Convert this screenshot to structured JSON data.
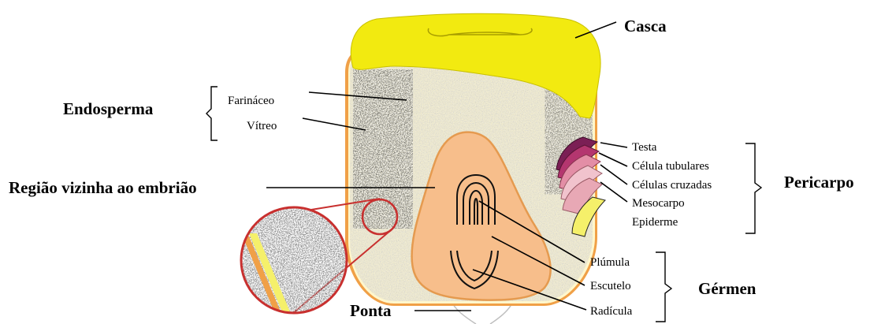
{
  "labels": {
    "casca": "Casca",
    "endosperma": "Endosperma",
    "farinaceo": "Farináceo",
    "vitreo": "Vítreo",
    "regiao_embriao": "Região vizinha ao embrião",
    "pericarpo": "Pericarpo",
    "testa": "Testa",
    "celula_tubulares": "Célula tubulares",
    "celulas_cruzadas": "Células cruzadas",
    "mesocarpo": "Mesocarpo",
    "epiderme": "Epiderme",
    "germen": "Gérmen",
    "plumula": "Plúmula",
    "escutelo": "Escutelo",
    "radicula": "Radícula",
    "ponta": "Ponta"
  },
  "colors": {
    "casca": "#f2ea10",
    "endosperm": "#a6a6a6",
    "vitreous": "#3a3a3a",
    "embryo": "#f7be8b",
    "embryo_outline": "#e59a4f",
    "pericarp_orange": "#f0a047",
    "testa": "#7b1f55",
    "tubular": "#b4366f",
    "cruzadas": "#e38ea6",
    "mesocarpo": "#f1c3cd",
    "epiderme": "#f5f06a",
    "magnifier": "#c8302f"
  }
}
